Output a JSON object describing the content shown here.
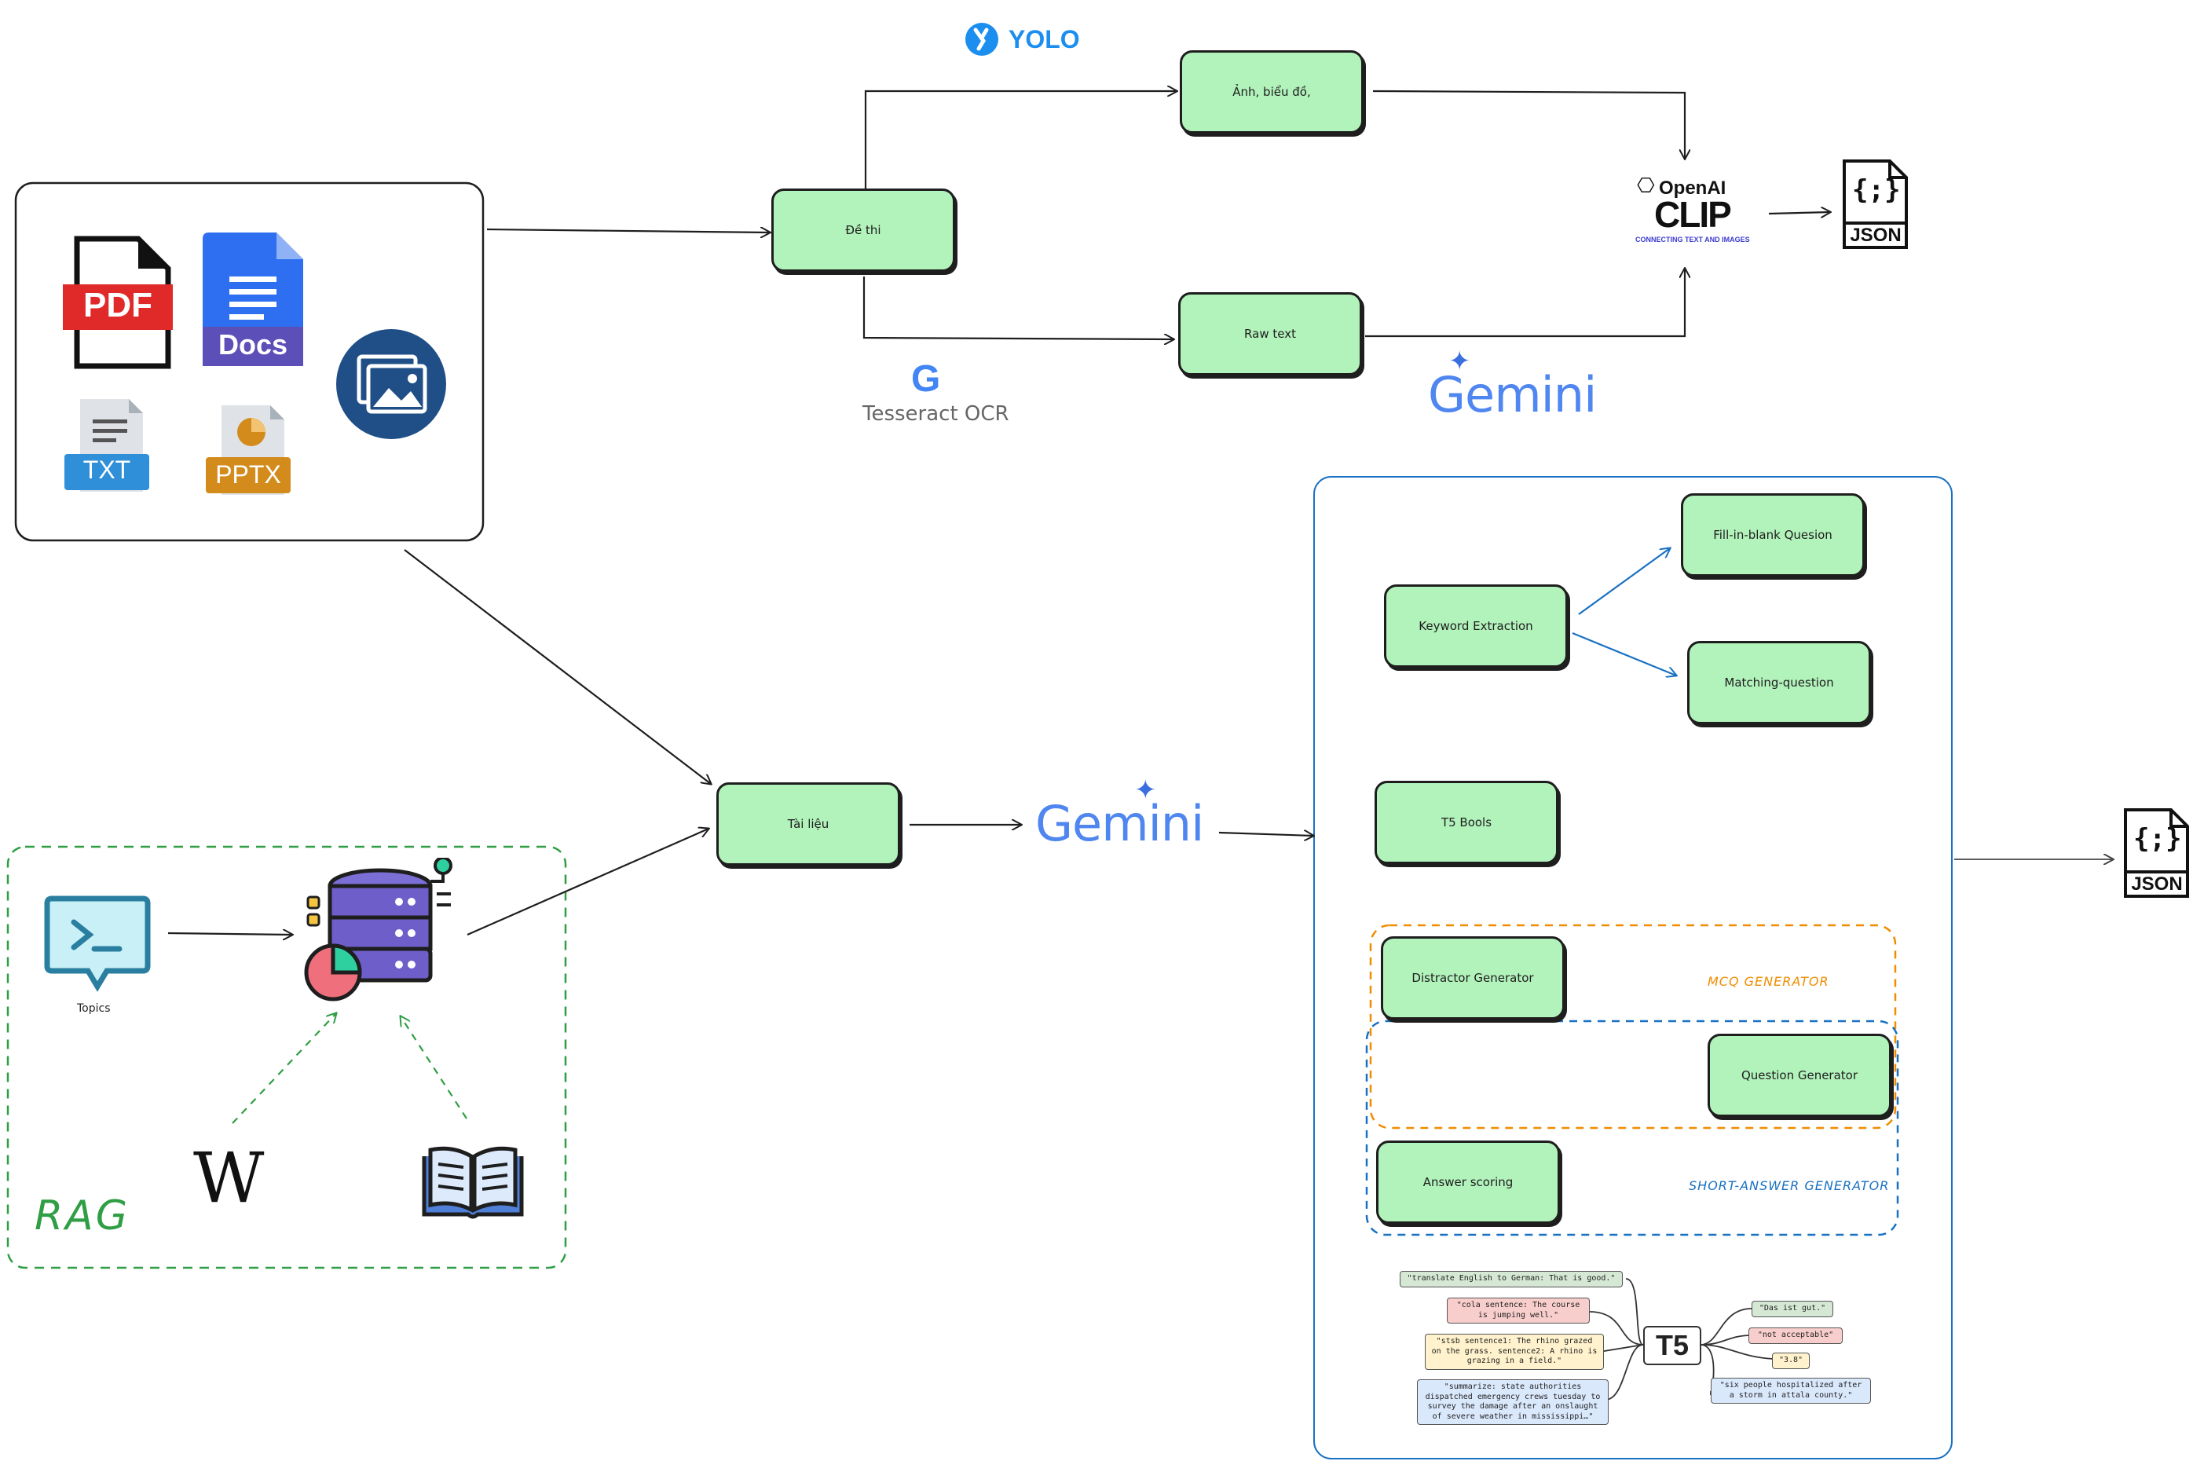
{
  "nodes": {
    "de_thi": "Đề thi",
    "anh_bieu_do": "Ảnh, biểu đồ,",
    "raw_text": "Raw text",
    "tai_lieu": "Tài liệu",
    "keyword_extraction": "Keyword Extraction",
    "fill_in_blank": "Fill-in-blank Quesion",
    "matching_question": "Matching-question",
    "t5_bools": "T5 Bools",
    "distractor_generator": "Distractor Generator",
    "question_generator": "Question Generator",
    "answer_scoring": "Answer scoring"
  },
  "labels": {
    "yolo": "YOLO",
    "tesseract": "Tesseract OCR",
    "gemini_top": "Gemini",
    "gemini_mid": "Gemini",
    "openai": "OpenAI",
    "clip": "CLIP",
    "clip_sub": "CONNECTING TEXT AND IMAGES",
    "json_top": "JSON",
    "json_right": "JSON",
    "json_braces": "{;}",
    "mcq_generator": "MCQ GENERATOR",
    "short_answer_generator": "SHORT-ANSWER GENERATOR",
    "rag": "RAG",
    "topics": "Topics",
    "wikipedia": "W",
    "google_g": "G"
  },
  "file_icons": {
    "pdf": "PDF",
    "docs": "Docs",
    "txt": "TXT",
    "pptx": "PPTX"
  },
  "t5": {
    "center": "T5",
    "inputs": [
      "\"translate English to German: That is good.\"",
      "\"cola sentence: The course is jumping well.\"",
      "\"stsb sentence1: The rhino grazed on the grass. sentence2: A rhino is grazing in a field.\"",
      "\"summarize: state authorities dispatched emergency crews tuesday to survey the damage after an onslaught of severe weather in mississippi…\""
    ],
    "outputs": [
      "\"Das ist gut.\"",
      "\"not acceptable\"",
      "\"3.8\"",
      "\"six people hospitalized after a storm in attala county.\""
    ]
  },
  "colors": {
    "node_fill": "#b2f2bb",
    "stroke": "#1e1e1e",
    "mcq_orange": "#f08c00",
    "short_blue": "#1971c2",
    "rag_green": "#2f9e44",
    "gemini_blue": "#4f86f0",
    "yolo_blue": "#1c8ef0"
  }
}
